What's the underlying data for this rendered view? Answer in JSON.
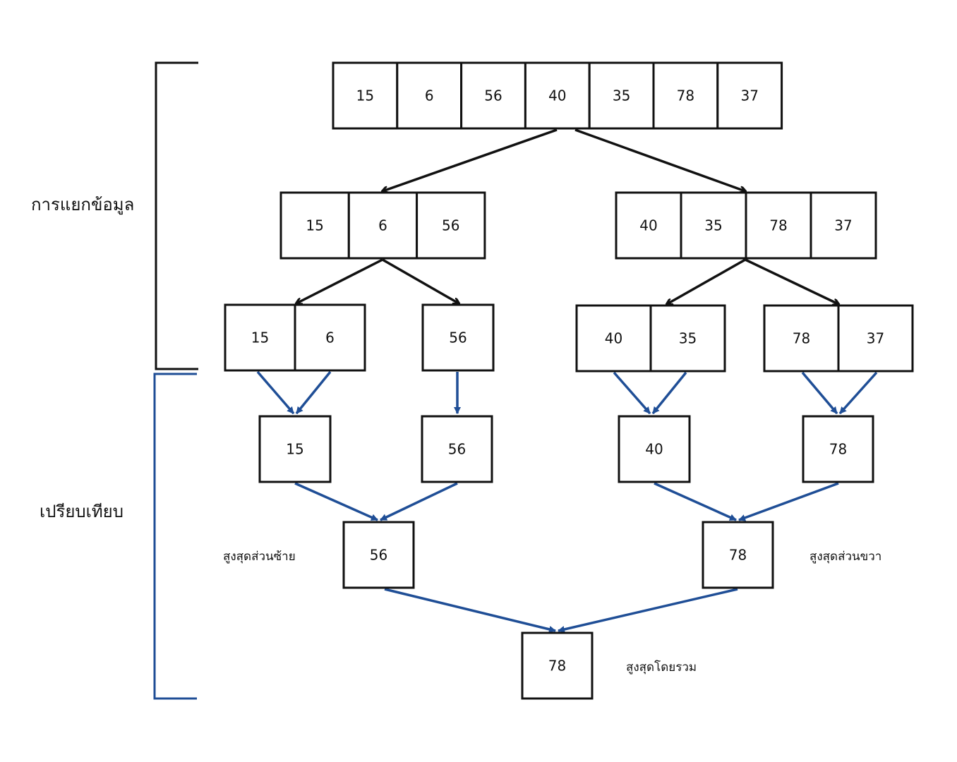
{
  "title": "Divide and conquer: finding the maximum",
  "colors": {
    "split": "#111111",
    "compare": "#1f4e96",
    "box_border": "#111111",
    "background": "#ffffff"
  },
  "sections": {
    "split_label": "การแยกข้อมูล",
    "compare_label": "เปรียบเทียบ"
  },
  "notes": {
    "left_max": "สูงสุดส่วนซ้าย",
    "right_max": "สูงสุดส่วนขวา",
    "overall_max": "สูงสุดโดยรวม"
  },
  "levels": {
    "root": [
      15,
      6,
      56,
      40,
      35,
      78,
      37
    ],
    "split1": [
      [
        15,
        6,
        56
      ],
      [
        40,
        35,
        78,
        37
      ]
    ],
    "split2": [
      [
        15,
        6
      ],
      [
        56
      ],
      [
        40,
        35
      ],
      [
        78,
        37
      ]
    ],
    "compare1": [
      15,
      56,
      40,
      78
    ],
    "compare2": [
      56,
      78
    ],
    "result": [
      78
    ]
  }
}
